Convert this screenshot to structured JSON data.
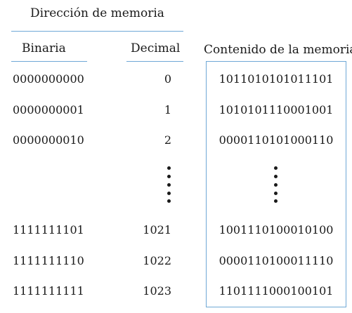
{
  "header": {
    "address_title": "Dirección de memoria",
    "col_binary": "Binaria",
    "col_decimal": "Decimal",
    "col_contents": "Contenido de la memoria"
  },
  "rows": [
    {
      "binary": "0000000000",
      "decimal": "0",
      "contents": "1011010101011101"
    },
    {
      "binary": "0000000001",
      "decimal": "1",
      "contents": "1010101110001001"
    },
    {
      "binary": "0000000010",
      "decimal": "2",
      "contents": "0000110101000110"
    },
    {
      "binary": "1111111101",
      "decimal": "1021",
      "contents": "1001110100010100"
    },
    {
      "binary": "1111111110",
      "decimal": "1022",
      "contents": "0000110100011110"
    },
    {
      "binary": "1111111111",
      "decimal": "1023",
      "contents": "1101111000100101"
    }
  ],
  "colors": {
    "rule": "#6fa8d6",
    "text": "#1a1a1a"
  }
}
